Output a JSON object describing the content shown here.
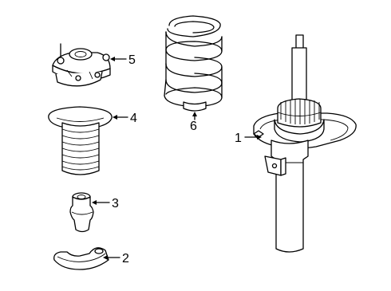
{
  "callouts": [
    {
      "label": "1",
      "part": "strut"
    },
    {
      "label": "2",
      "part": "spring-seat"
    },
    {
      "label": "3",
      "part": "bump-stop"
    },
    {
      "label": "4",
      "part": "dust-boot"
    },
    {
      "label": "5",
      "part": "upper-mount"
    },
    {
      "label": "6",
      "part": "coil-spring"
    }
  ]
}
